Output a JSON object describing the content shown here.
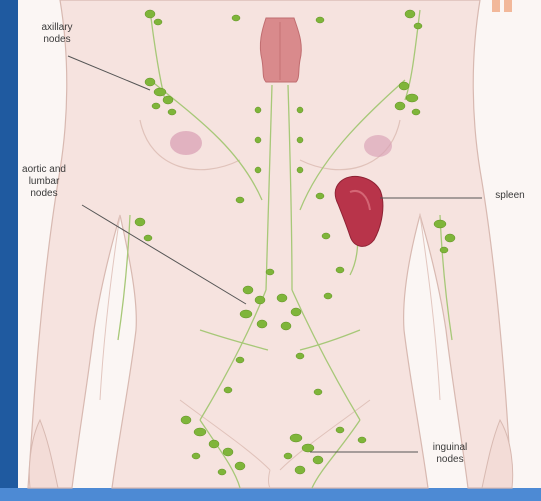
{
  "labels": {
    "axillary": "axillary\nnodes",
    "aortic_lumbar": "aortic and\nlumbar\nnodes",
    "spleen": "spleen",
    "inguinal": "inguinal\nnodes"
  },
  "colors": {
    "skin": "#f6e3df",
    "skin_outline": "#d8b9b1",
    "node": "#7fb53a",
    "vessel": "#a7c878",
    "spleen": "#b8344a",
    "thymus": "#d98a8c",
    "nipple": "#d9a2b5",
    "side_bar": "#1f5aa0",
    "bottom_bar": "#4d8ad4",
    "corner_accent": "#f2b89a",
    "leader": "#555555"
  }
}
